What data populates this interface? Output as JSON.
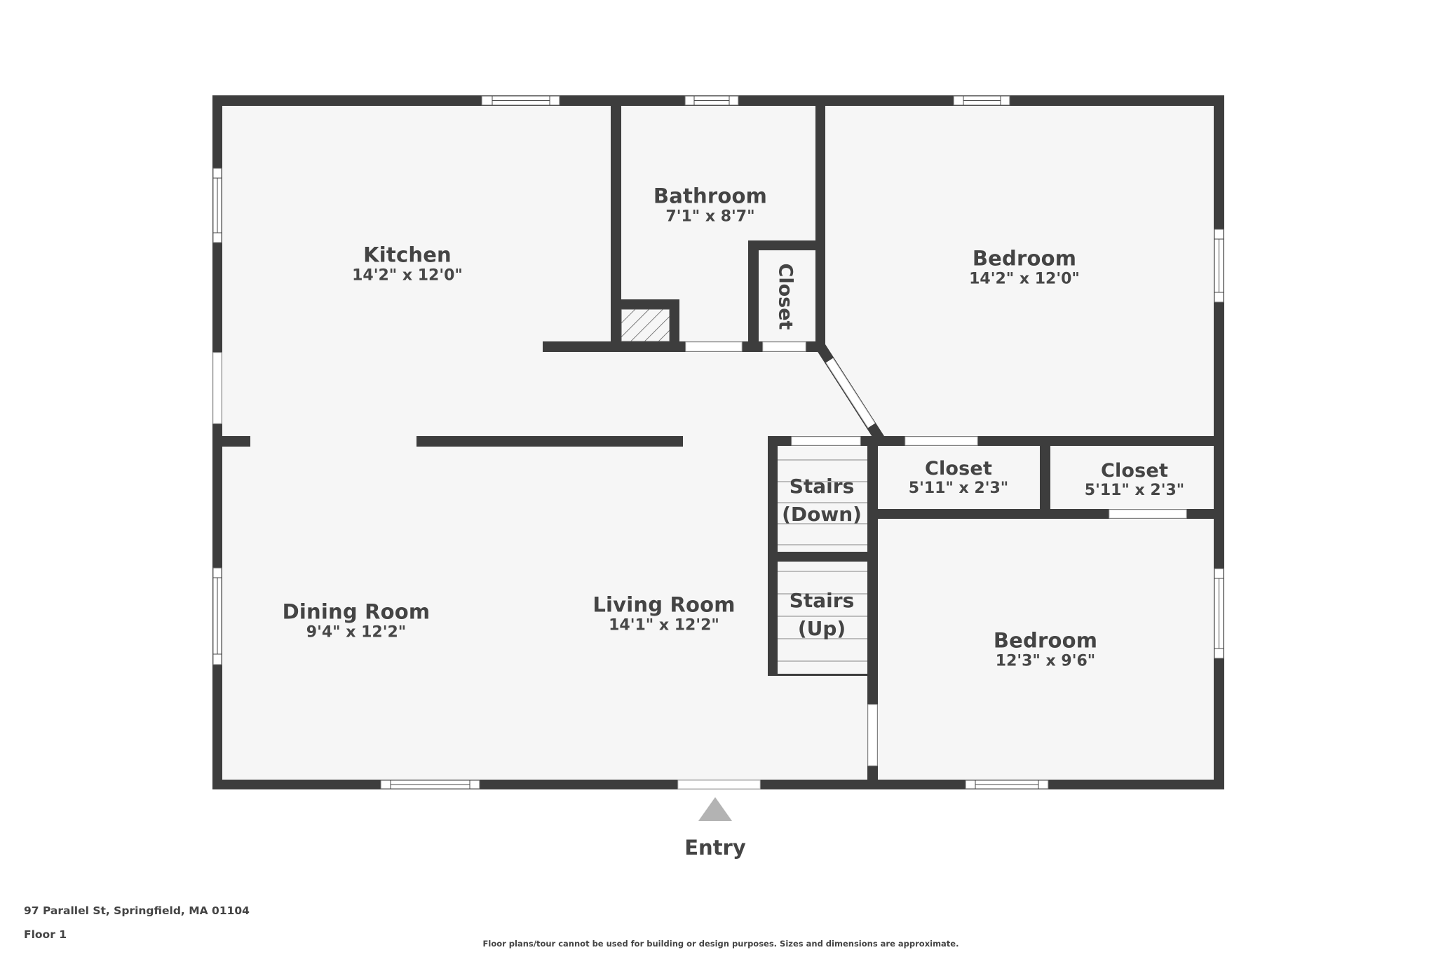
{
  "plan": {
    "colors": {
      "wall": "#3d3d3d",
      "floor": "#f6f6f6",
      "opening": "#ffffff",
      "text": "#444444",
      "entry_arrow": "#b3b3b3"
    },
    "rooms": [
      {
        "id": "kitchen",
        "name": "Kitchen",
        "dimensions": "14'2\" x 12'0\""
      },
      {
        "id": "bathroom",
        "name": "Bathroom",
        "dimensions": "7'1\" x 8'7\""
      },
      {
        "id": "bath-closet",
        "name": "Closet",
        "dimensions": ""
      },
      {
        "id": "bedroom-1",
        "name": "Bedroom",
        "dimensions": "14'2\" x 12'0\""
      },
      {
        "id": "closet-1",
        "name": "Closet",
        "dimensions": "5'11\" x 2'3\""
      },
      {
        "id": "closet-2",
        "name": "Closet",
        "dimensions": "5'11\" x 2'3\""
      },
      {
        "id": "stairs-down",
        "name": "Stairs",
        "sub": "(Down)"
      },
      {
        "id": "stairs-up",
        "name": "Stairs",
        "sub": "(Up)"
      },
      {
        "id": "dining-room",
        "name": "Dining Room",
        "dimensions": "9'4\" x 12'2\""
      },
      {
        "id": "living-room",
        "name": "Living Room",
        "dimensions": "14'1\" x 12'2\""
      },
      {
        "id": "bedroom-2",
        "name": "Bedroom",
        "dimensions": "12'3\" x 9'6\""
      }
    ],
    "entry_label": "Entry"
  },
  "footer": {
    "address": "97 Parallel St, Springfield, MA 01104",
    "floor": "Floor 1",
    "disclaimer": "Floor plans/tour cannot be used for building or design purposes. Sizes and dimensions are approximate."
  }
}
